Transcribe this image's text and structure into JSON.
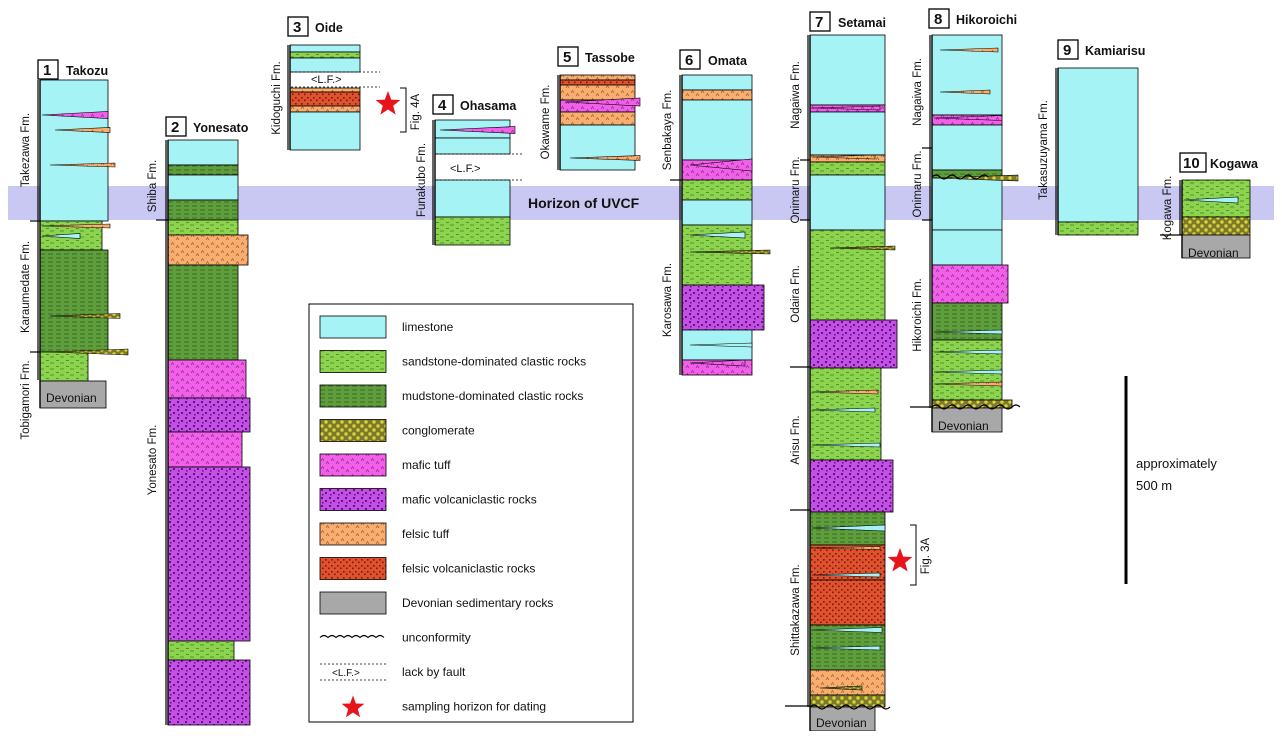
{
  "colors": {
    "limestone": "#a6f3f6",
    "sandstone": "#8cd44e",
    "mudstone": "#5f9e3c",
    "conglomerate": "#7d7a2c",
    "mafic_tuff": "#f25fe9",
    "mafic_volcaniclastic": "#c44ee6",
    "felsic_tuff": "#f7ae6f",
    "felsic_volcaniclastic": "#e0522e",
    "devonian": "#a8a8a8",
    "uvcf_band": "#c8c8f2",
    "star": "#e8141b"
  },
  "horizon_label": "Horizon of UVCF",
  "sections": [
    {
      "num": "1",
      "name": "Takozu"
    },
    {
      "num": "2",
      "name": "Yonesato"
    },
    {
      "num": "3",
      "name": "Oide"
    },
    {
      "num": "4",
      "name": "Ohasama"
    },
    {
      "num": "5",
      "name": "Tassobe"
    },
    {
      "num": "6",
      "name": "Omata"
    },
    {
      "num": "7",
      "name": "Setamai"
    },
    {
      "num": "8",
      "name": "Hikoroichi"
    },
    {
      "num": "9",
      "name": "Kamiarisu"
    },
    {
      "num": "10",
      "name": "Kogawa"
    }
  ],
  "formations": {
    "takezawa": "Takezawa Fm.",
    "karaumedate": "Karaumedate Fm.",
    "tobigamori": "Tobigamori Fm.",
    "shiba": "Shiba Fm.",
    "yonesato": "Yonesato Fm.",
    "kidoguchi": "Kidoguchi Fm.",
    "funakubo": "Funakubo Fm.",
    "okawame": "Okawame Fm.",
    "senbakaya": "Senbakaya Fm.",
    "karosawa": "Karosawa Fm.",
    "nagaiwa7": "Nagaiwa Fm.",
    "onimaru7": "Onimaru Fm.",
    "odaira": "Odaira Fm.",
    "arisu": "Arisu Fm.",
    "shittakazawa": "Shittakazawa Fm.",
    "nagaiwa8": "Nagaiwa Fm.",
    "onimaru8": "Onimaru Fm.",
    "hikoroichi": "Hikoroichi Fm.",
    "takasuzuyama": "Takasuzuyama Fm.",
    "kogawa": "Kogawa Fm."
  },
  "devonian_label": "Devonian",
  "lf_label": "<L.F.>",
  "fig_refs": {
    "oide": "Fig. 4A",
    "setamai": "Fig. 3A"
  },
  "scale": {
    "line1": "approximately",
    "line2": "500 m"
  },
  "legend": [
    {
      "key": "limestone",
      "label": "limestone"
    },
    {
      "key": "sandstone",
      "label": "sandstone-dominated clastic rocks"
    },
    {
      "key": "mudstone",
      "label": "mudstone-dominated clastic rocks"
    },
    {
      "key": "conglomerate",
      "label": "conglomerate"
    },
    {
      "key": "mafic_tuff",
      "label": "mafic tuff"
    },
    {
      "key": "mafic_volcaniclastic",
      "label": "mafic volcaniclastic rocks"
    },
    {
      "key": "felsic_tuff",
      "label": "felsic tuff"
    },
    {
      "key": "felsic_volcaniclastic",
      "label": "felsic volcaniclastic rocks"
    },
    {
      "key": "devonian",
      "label": "Devonian sedimentary rocks"
    },
    {
      "key": "unconformity",
      "label": "unconformity"
    },
    {
      "key": "lack_by_fault",
      "label": "lack by fault"
    },
    {
      "key": "sampling",
      "label": "sampling horizon for dating"
    }
  ]
}
